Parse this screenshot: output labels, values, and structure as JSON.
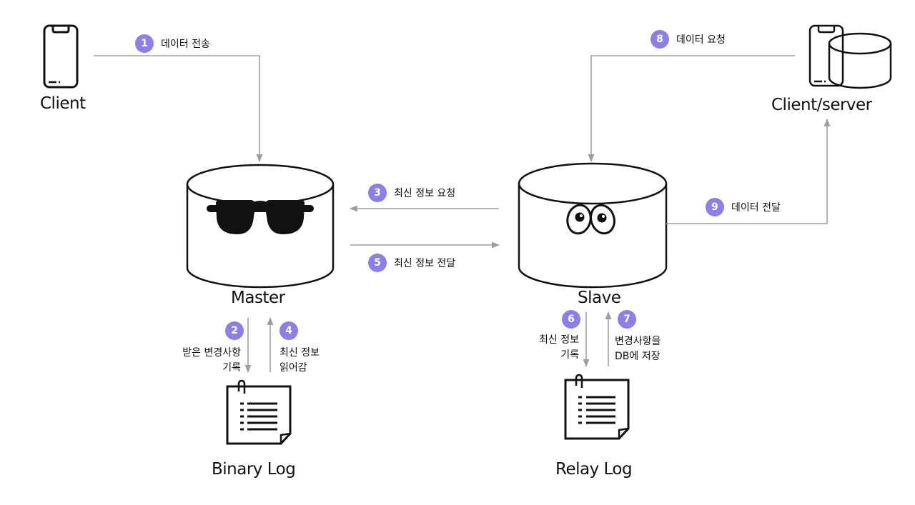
{
  "nodes": {
    "client": "Client",
    "client_server": "Client/server",
    "master": "Master",
    "slave": "Slave",
    "binary_log": "Binary Log",
    "relay_log": "Relay Log"
  },
  "steps": [
    {
      "num": "1",
      "text": "데이터 전송"
    },
    {
      "num": "2",
      "lines": [
        "받은 변경사항",
        "기록"
      ]
    },
    {
      "num": "3",
      "text": "최신 정보 요청"
    },
    {
      "num": "4",
      "lines": [
        "최신 정보",
        "읽어감"
      ]
    },
    {
      "num": "5",
      "text": "최신 정보 전달"
    },
    {
      "num": "6",
      "lines": [
        "최신 정보",
        "기록"
      ]
    },
    {
      "num": "7",
      "lines": [
        "변경사항을",
        "DB에 저장"
      ]
    },
    {
      "num": "8",
      "text": "데이터 요청"
    },
    {
      "num": "9",
      "text": "데이터 전달"
    }
  ],
  "colors": {
    "badge": "#8a80e8",
    "connector": "#9e9e9e",
    "outline": "#111111"
  }
}
